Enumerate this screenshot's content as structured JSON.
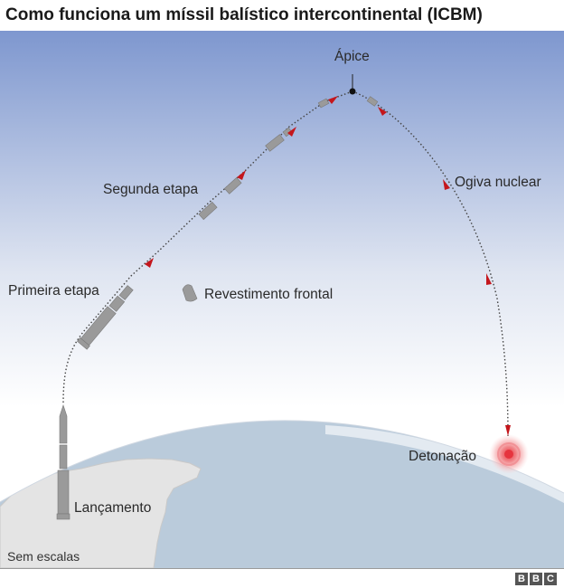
{
  "title": "Como funciona um míssil balístico intercontinental (ICBM)",
  "labels": {
    "apex": "Ápice",
    "second_stage": "Segunda etapa",
    "warhead": "Ogiva nuclear",
    "first_stage": "Primeira etapa",
    "nose_cone": "Revestimento frontal",
    "detonation": "Detonação",
    "launch": "Lançamento"
  },
  "footer_note": "Sem escalas",
  "logo_letters": [
    "B",
    "B",
    "C"
  ],
  "colors": {
    "sky_top": "#7e97cf",
    "sky_bottom": "#ffffff",
    "ocean": "#bacbdb",
    "land": "#e4e4e4",
    "missile": "#9a9a9a",
    "arrow": "#c4161c",
    "detonation": "#e6343e"
  }
}
